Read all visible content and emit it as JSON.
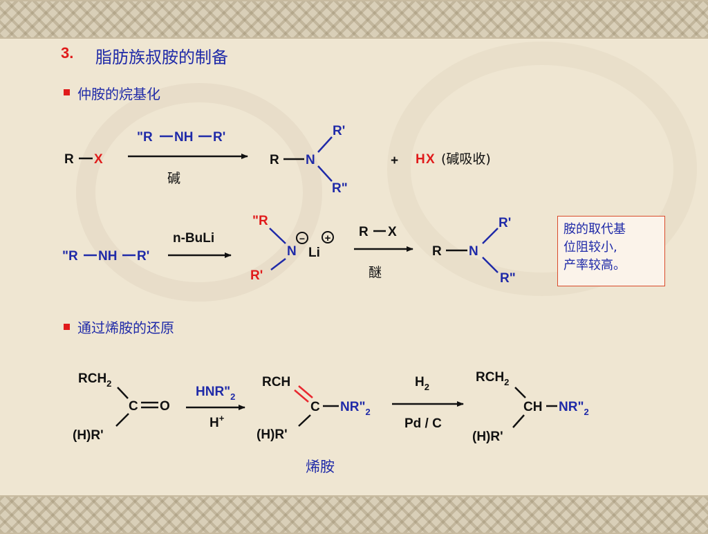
{
  "title": {
    "number": "3.",
    "text": "脂肪族叔胺的制备"
  },
  "section1": {
    "heading": "仲胺的烷基化"
  },
  "section2": {
    "heading": "通过烯胺的还原"
  },
  "note": {
    "lines": [
      "胺的取代基",
      "位阻较小,",
      "产率较高。"
    ]
  },
  "scheme1": {
    "reactant_r": "R",
    "reactant_x": "X",
    "reagent_r": "\"R",
    "reagent_nh": "NH",
    "reagent_r2": "R'",
    "condition": "碱",
    "product_r": "R",
    "product_n": "N",
    "product_r1": "R'",
    "product_r2": "R\"",
    "plus": "+",
    "hx_h": "H",
    "hx_x": "X",
    "hx_note": "(碱吸收)"
  },
  "scheme2": {
    "start_r": "\"R",
    "start_nh": "NH",
    "start_r2": "R'",
    "reagent": "n-BuLi",
    "inter_r_top": "\"R",
    "inter_n": "N",
    "inter_li": "Li",
    "inter_r_bottom": "R'",
    "minus": "−",
    "plus": "+",
    "reagent2_r": "R",
    "reagent2_x": "X",
    "solvent": "醚",
    "product_r": "R",
    "product_n": "N",
    "product_r1": "R'",
    "product_r2": "R\""
  },
  "scheme3": {
    "ketone_rch": "RCH",
    "ketone_sub": "2",
    "ketone_c": "C",
    "ketone_o": "O",
    "ketone_hr": "(H)R'",
    "reagent": "HNR\"",
    "reagent_sub": "2",
    "reagent_h": "H",
    "reagent_h_sup": "+",
    "enamine_rch": "RCH",
    "enamine_c": "C",
    "enamine_nr": "NR\"",
    "enamine_sub": "2",
    "enamine_hr": "(H)R'",
    "enamine_label": "烯胺",
    "h2": "H",
    "h2_sub": "2",
    "catalyst": "Pd / C",
    "product_rch": "RCH",
    "product_sub": "2",
    "product_ch": "CH",
    "product_nr": "NR\"",
    "product_nr_sub": "2",
    "product_hr": "(H)R'"
  },
  "colors": {
    "red": "#e01b1b",
    "blue": "#1f2aa8",
    "black": "#111111",
    "enamine_bond": "#e8272f"
  }
}
